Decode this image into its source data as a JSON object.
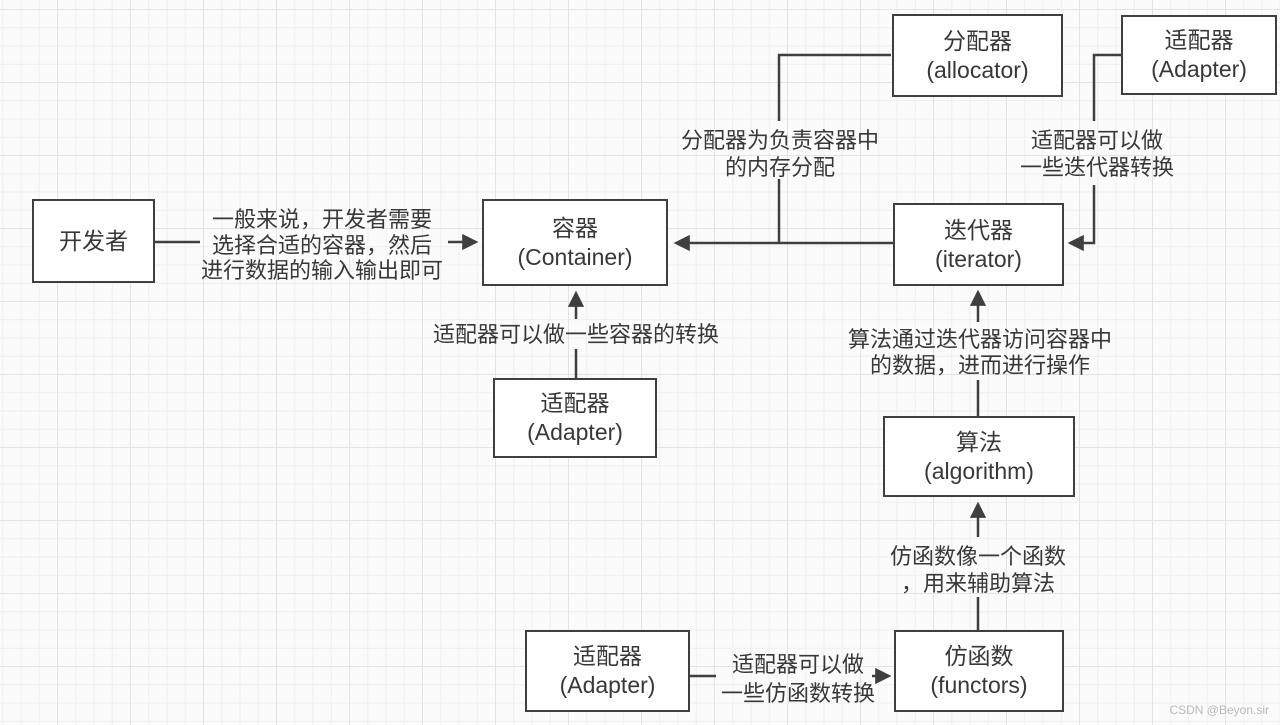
{
  "diagram": {
    "boxes": {
      "developer": {
        "zh": "开发者",
        "en": ""
      },
      "container": {
        "zh": "容器",
        "en": "(Container)"
      },
      "allocator": {
        "zh": "分配器",
        "en": "(allocator)"
      },
      "adapter_top": {
        "zh": "适配器",
        "en": "(Adapter)"
      },
      "iterator": {
        "zh": "迭代器",
        "en": "(iterator)"
      },
      "adapter_mid": {
        "zh": "适配器",
        "en": "(Adapter)"
      },
      "algorithm": {
        "zh": "算法",
        "en": "(algorithm)"
      },
      "adapter_bottom": {
        "zh": "适配器",
        "en": "(Adapter)"
      },
      "functors": {
        "zh": "仿函数",
        "en": "(functors)"
      }
    },
    "annotations": {
      "dev_to_container": {
        "lines": [
          "一般来说，开发者需要",
          "选择合适的容器，然后",
          "进行数据的输入输出即可"
        ]
      },
      "allocator_note": {
        "lines": [
          "分配器为负责容器中",
          "的内存分配"
        ]
      },
      "adapter_iter_note": {
        "lines": [
          "适配器可以做",
          "一些迭代器转换"
        ]
      },
      "adapter_cont_note": {
        "lines": [
          "适配器可以做一些容器的转换"
        ]
      },
      "algo_iter_note": {
        "lines": [
          "算法通过迭代器访问容器中",
          "的数据，进而进行操作"
        ]
      },
      "functor_algo_note": {
        "lines": [
          "仿函数像一个函数",
          "，用来辅助算法"
        ]
      },
      "adapter_functor_note": {
        "lines": [
          "适配器可以做",
          "一些仿函数转换"
        ]
      }
    },
    "watermark": "CSDN @Beyon.sir",
    "colors": {
      "line": "#3f3f3f",
      "text": "#383838",
      "background": "#fbfbfb",
      "grid_minor": "#efefef",
      "grid_major": "#e3e3e3",
      "watermark": "#b9b9b9"
    }
  }
}
